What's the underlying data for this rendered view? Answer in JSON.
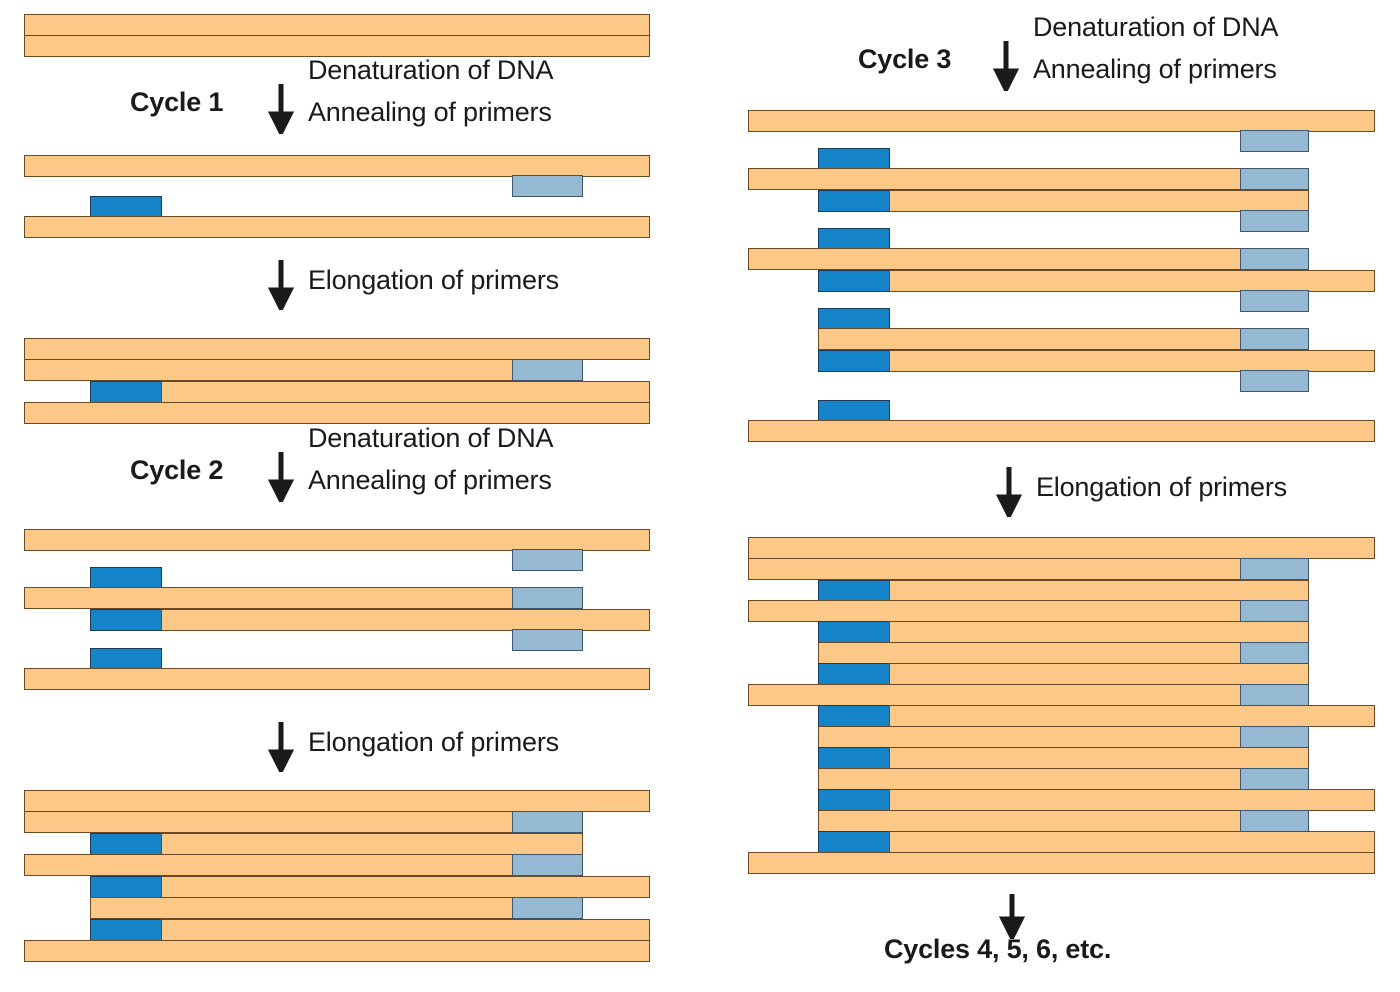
{
  "diagram": {
    "title": "Polymerase Chain Reaction (PCR) cycles",
    "colors": {
      "template_strand": "#fbc888",
      "strand_outline": "#6b4a23",
      "forward_primer": "#1483c8",
      "reverse_primer": "#95b9d3",
      "text": "#1a1a1a"
    }
  },
  "labels": {
    "cycle1": "Cycle 1",
    "cycle2": "Cycle 2",
    "cycle3": "Cycle 3",
    "denaturation": "Denaturation of DNA",
    "annealing": "Annealing of primers",
    "elongation": "Elongation of primers",
    "more_cycles": "Cycles 4, 5, 6, etc."
  },
  "icons": {
    "down_arrow": "down-arrow-icon"
  },
  "steps": [
    {
      "id": "start",
      "column": "left",
      "caption": null,
      "description": "Original double-stranded target DNA"
    },
    {
      "id": "cycle1-denature-anneal",
      "column": "left",
      "cycle": "Cycle 1",
      "caption": [
        "Denaturation of DNA",
        "Annealing of primers"
      ],
      "description": "Two separated template strands each with one annealed primer"
    },
    {
      "id": "cycle1-elongation",
      "column": "left",
      "cycle": null,
      "caption": [
        "Elongation of primers"
      ],
      "description": "Two duplexes with newly synthesised strands"
    },
    {
      "id": "cycle2-denature-anneal",
      "column": "left",
      "cycle": "Cycle 2",
      "caption": [
        "Denaturation of DNA",
        "Annealing of primers"
      ],
      "description": "Four single strands with annealed primers"
    },
    {
      "id": "cycle2-elongation",
      "column": "left",
      "cycle": null,
      "caption": [
        "Elongation of primers"
      ],
      "description": "Four duplexes"
    },
    {
      "id": "cycle3-denature-anneal",
      "column": "right",
      "cycle": "Cycle 3",
      "caption": [
        "Denaturation of DNA",
        "Annealing of primers"
      ],
      "description": "Eight single strands with annealed primers"
    },
    {
      "id": "cycle3-elongation",
      "column": "right",
      "cycle": null,
      "caption": [
        "Elongation of primers"
      ],
      "description": "Eight duplexes, most of them unit-length product"
    },
    {
      "id": "further-cycles",
      "column": "right",
      "cycle": null,
      "caption": [
        "Cycles 4, 5, 6, etc."
      ],
      "description": "Exponential amplification continues"
    }
  ],
  "counts": {
    "cycle1_strands": 2,
    "cycle1_duplexes": 2,
    "cycle2_strands": 4,
    "cycle2_duplexes": 4,
    "cycle3_strands": 8,
    "cycle3_duplexes": 8
  }
}
